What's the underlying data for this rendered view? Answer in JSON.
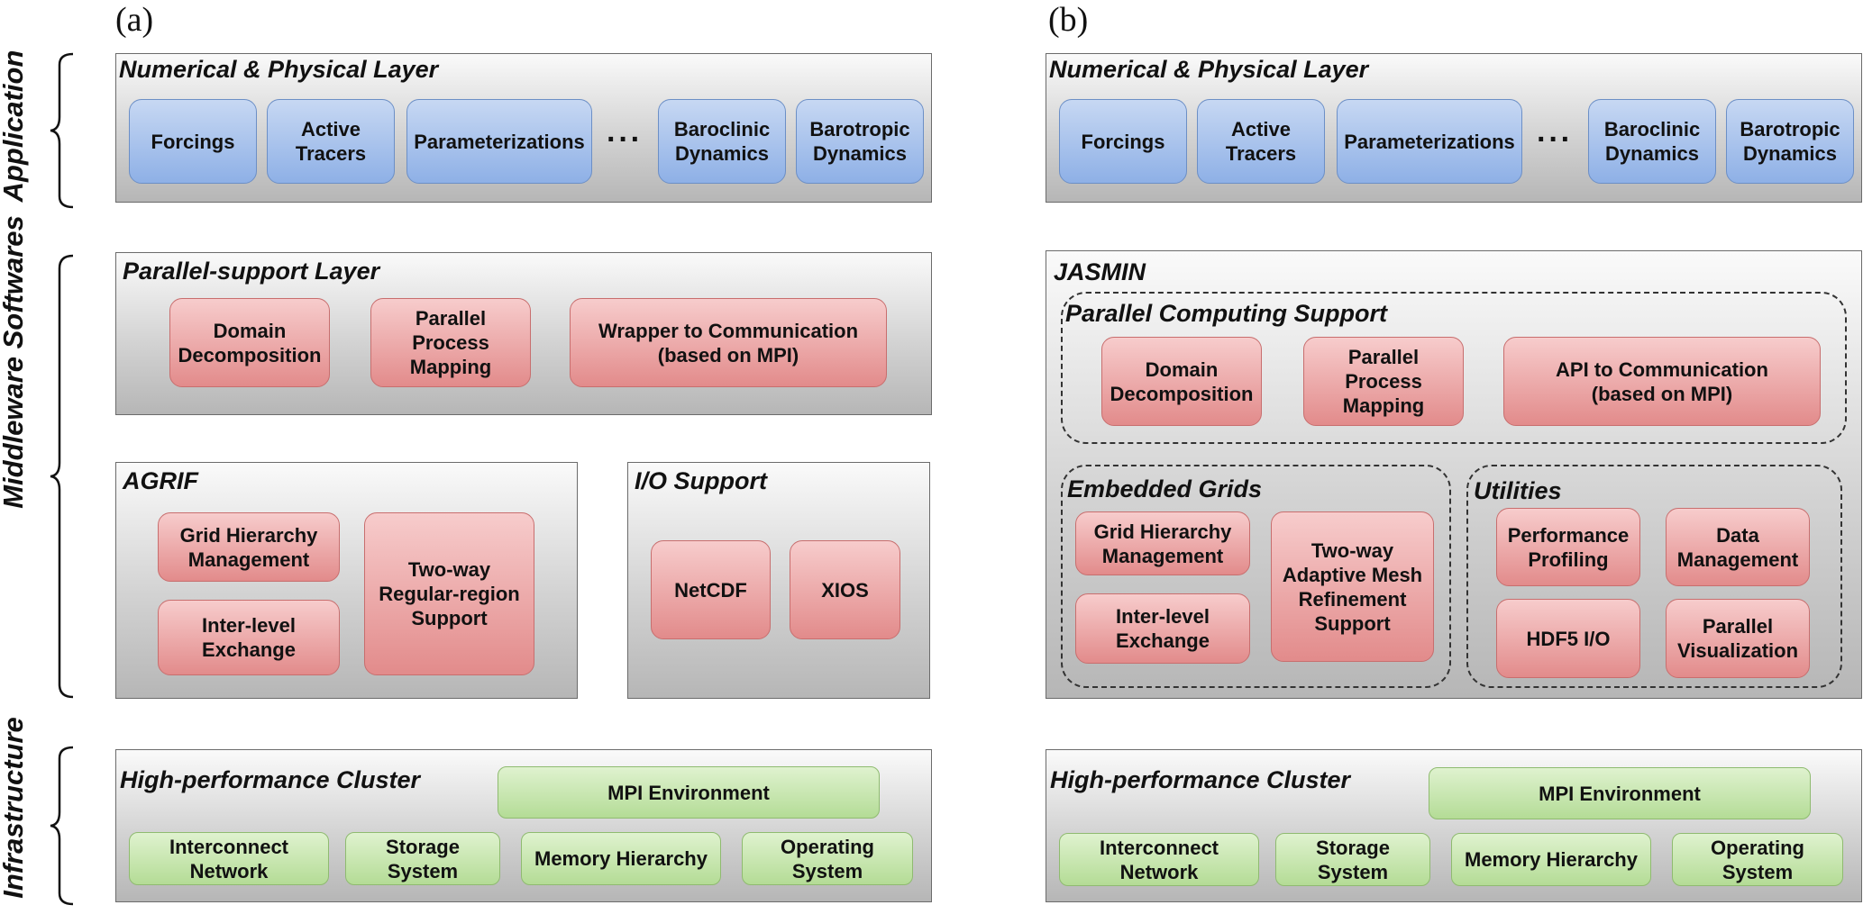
{
  "left_axis": {
    "application": "Application",
    "middleware": "Middleware Softwares",
    "infrastructure": "Infrastructure"
  },
  "panel_a": {
    "label": "(a)",
    "app_layer": {
      "title": "Numerical & Physical Layer",
      "modules": [
        "Forcings",
        "Active\nTracers",
        "Parameterizations",
        "Baroclinic\nDynamics",
        "Barotropic\nDynamics"
      ],
      "ellipsis": "···"
    },
    "parallel_layer": {
      "title": "Parallel-support Layer",
      "modules": [
        "Domain\nDecomposition",
        "Parallel\nProcess\nMapping",
        "Wrapper to Communication\n(based on MPI)"
      ]
    },
    "agrif": {
      "title": "AGRIF",
      "modules": [
        "Grid Hierarchy\nManagement",
        "Inter-level\nExchange",
        "Two-way\nRegular-region\nSupport"
      ]
    },
    "io": {
      "title": "I/O Support",
      "modules": [
        "NetCDF",
        "XIOS"
      ]
    },
    "cluster": {
      "title": "High-performance Cluster",
      "mpi": "MPI Environment",
      "modules": [
        "Interconnect\nNetwork",
        "Storage\nSystem",
        "Memory Hierarchy",
        "Operating\nSystem"
      ]
    }
  },
  "panel_b": {
    "label": "(b)",
    "app_layer": {
      "title": "Numerical & Physical Layer",
      "modules": [
        "Forcings",
        "Active\nTracers",
        "Parameterizations",
        "Baroclinic\nDynamics",
        "Barotropic\nDynamics"
      ],
      "ellipsis": "···"
    },
    "jasmin": {
      "title": "JASMIN",
      "pcs": {
        "title": "Parallel Computing Support",
        "modules": [
          "Domain\nDecomposition",
          "Parallel\nProcess\nMapping",
          "API to Communication\n(based on MPI)"
        ]
      },
      "grids": {
        "title": "Embedded Grids",
        "modules": [
          "Grid Hierarchy\nManagement",
          "Inter-level\nExchange",
          "Two-way\nAdaptive Mesh\nRefinement\nSupport"
        ]
      },
      "utilities": {
        "title": "Utilities",
        "modules": [
          "Performance\nProfiling",
          "Data\nManagement",
          "HDF5 I/O",
          "Parallel\nVisualization"
        ]
      }
    },
    "cluster": {
      "title": "High-performance Cluster",
      "mpi": "MPI Environment",
      "modules": [
        "Interconnect\nNetwork",
        "Storage\nSystem",
        "Memory Hierarchy",
        "Operating\nSystem"
      ]
    }
  }
}
